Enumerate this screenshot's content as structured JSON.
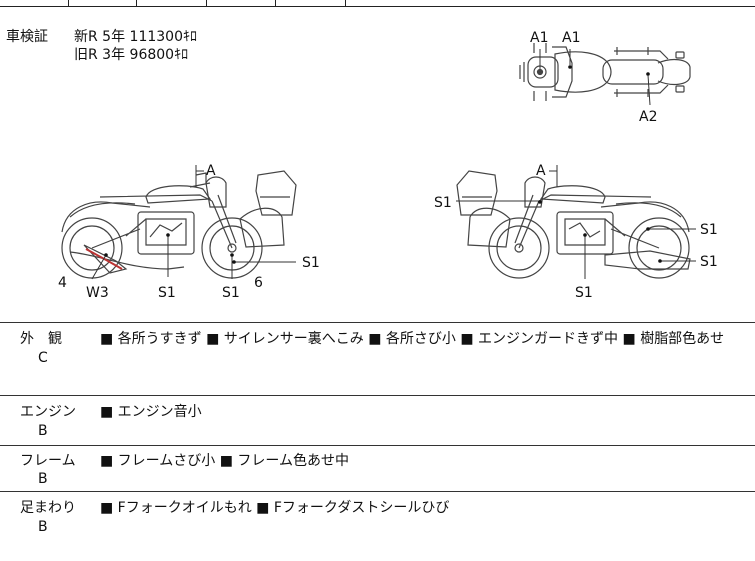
{
  "registration": {
    "label": "車検証",
    "line1": "新R  5年 111300ｷﾛ",
    "line2": "旧R  3年   96800ｷﾛ"
  },
  "diagram_labels": {
    "a1": "A1",
    "a2": "A2",
    "a": "A",
    "s1": "S1",
    "w3": "W3",
    "n4": "4",
    "n6": "6"
  },
  "sections": [
    {
      "category": "外　観",
      "grade": "C",
      "notes": "■ 各所うすきず ■ サイレンサー裏へこみ ■ 各所さび小 ■ エンジンガードきず中 ■ 樹脂部色あせ"
    },
    {
      "category": "エンジン",
      "grade": "B",
      "notes": "■ エンジン音小"
    },
    {
      "category": "フレーム",
      "grade": "B",
      "notes": "■ フレームさび小 ■ フレーム色あせ中"
    },
    {
      "category": "足まわり",
      "grade": "B",
      "notes": "■ Fフォークオイルもれ ■ Fフォークダストシールひび"
    }
  ]
}
